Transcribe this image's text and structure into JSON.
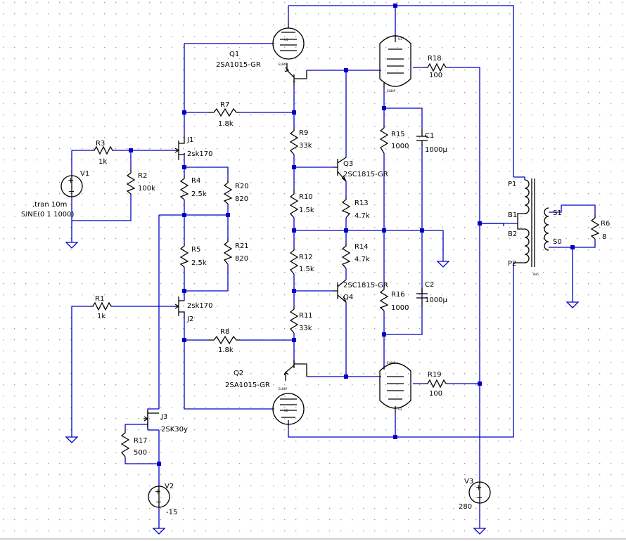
{
  "colors": {
    "wire": "#0000c8",
    "component": "#000000",
    "grid": "#9a9a9a",
    "background": "#ffffff"
  },
  "labels": {
    "q1": "Q1",
    "q1_model": "2SA1015-GR",
    "q2": "Q2",
    "q2_model": "2SA1015-GR",
    "q3": "Q3",
    "q3_model": "2SC1815-GR",
    "q4": "Q4",
    "q4_model": "2SC1815-GR",
    "j1": "J1",
    "j1_model": "2sk170",
    "j2": "J2",
    "j2_model": "2sk170",
    "j3": "J3",
    "j3_model": "2SK30y",
    "r1": "R1",
    "r1_value": "1k",
    "r2": "R2",
    "r2_value": "100k",
    "r3": "R3",
    "r3_value": "1k",
    "r4": "R4",
    "r4_value": "2.5k",
    "r5": "R5",
    "r5_value": "2.5k",
    "r6": "R6",
    "r6_value": "8",
    "r7": "R7",
    "r7_value": "1.8k",
    "r8": "R8",
    "r8_value": "1.8k",
    "r9": "R9",
    "r9_value": "33k",
    "r10": "R10",
    "r10_value": "1.5k",
    "r11": "R11",
    "r11_value": "33k",
    "r12": "R12",
    "r12_value": "1.5k",
    "r13": "R13",
    "r13_value": "4.7k",
    "r14": "R14",
    "r14_value": "4.7k",
    "r15": "R15",
    "r15_value": "1000",
    "r16": "R16",
    "r16_value": "1000",
    "r17": "R17",
    "r17_value": "500",
    "r18": "R18",
    "r18_value": "100",
    "r19": "R19",
    "r19_value": "100",
    "r20": "R20",
    "r20_value": "820",
    "r21": "R21",
    "r21_value": "820",
    "c1": "C1",
    "c1_value": "1000µ",
    "c2": "C2",
    "c2_value": "1000µ",
    "v1": "V1",
    "v1_directive": ".tran 10m",
    "v1_value": "SINE(0 1 1000)",
    "v2": "V2",
    "v2_value": "-15",
    "v3": "V3",
    "v3_value": "280",
    "p1": "P1",
    "p2": "P2",
    "b1": "B1",
    "b2": "B2",
    "s1": "S1",
    "s0": "S0",
    "u1_tag": "U1",
    "u1_model": "EL84P",
    "u2_tag": "U2",
    "u2_model": "EL84P",
    "t1_model": "PH5"
  }
}
